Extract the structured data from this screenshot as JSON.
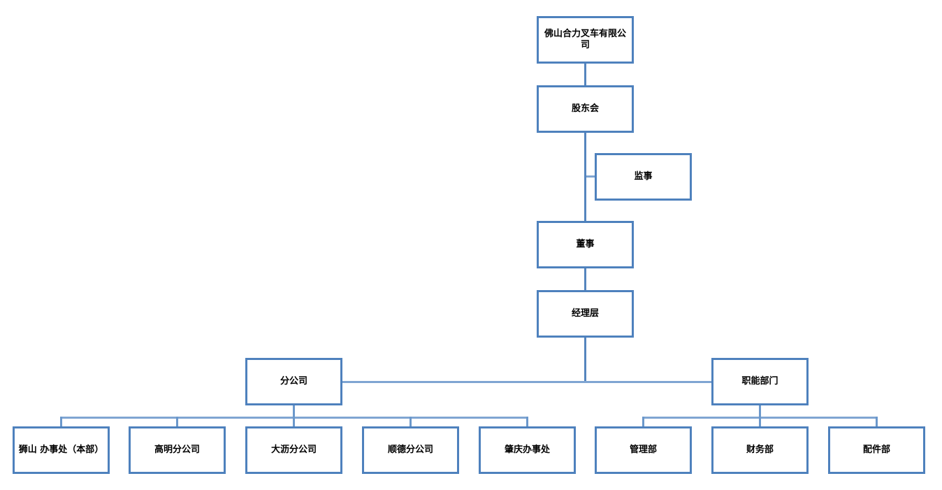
{
  "diagram": {
    "type": "org-chart",
    "nodes": {
      "company": {
        "label": "佛山合力叉车有限公司"
      },
      "shareholders": {
        "label": "股东会"
      },
      "supervisor": {
        "label": "监事"
      },
      "director": {
        "label": "董事"
      },
      "management": {
        "label": "经理层"
      },
      "branch_group": {
        "label": "分公司"
      },
      "functional_group": {
        "label": "职能部门"
      },
      "branches": [
        {
          "label": "狮山 办事处（本部）"
        },
        {
          "label": "高明分公司"
        },
        {
          "label": "大沥分公司"
        },
        {
          "label": "顺德分公司"
        },
        {
          "label": "肇庆办事处"
        }
      ],
      "departments": [
        {
          "label": "管理部"
        },
        {
          "label": "财务部"
        },
        {
          "label": "配件部"
        }
      ]
    },
    "edges": [
      "company->shareholders",
      "shareholders->supervisor",
      "shareholders->director",
      "director->management",
      "management->branch_group",
      "management->functional_group",
      "branch_group->branches[0..4]",
      "functional_group->departments[0..2]"
    ],
    "colors": {
      "background": "#FFFFFF",
      "box_border": "#4E81BD",
      "connector": "#5585BE",
      "rail": "#7FA5D2",
      "rail_drop": "#6B98CB",
      "text": "#000000"
    }
  }
}
